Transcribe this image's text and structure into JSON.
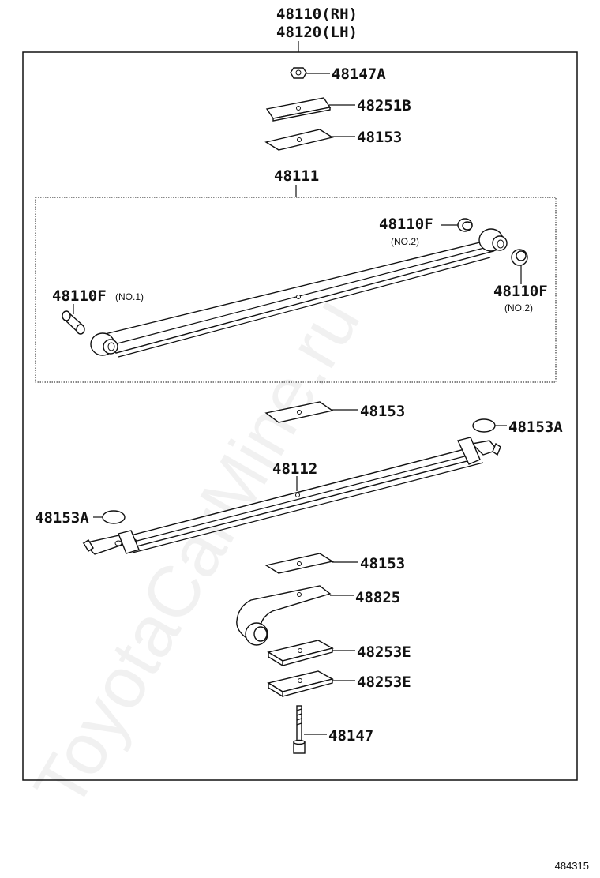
{
  "assembly": {
    "part_rh": "48110(RH)",
    "part_lh": "48120(LH)"
  },
  "subassembly": {
    "part": "48111"
  },
  "labels": {
    "nut": "48147A",
    "pad_upper": "48251B",
    "insulator_upper": "48153",
    "bushing_no2_top": "48110F",
    "bushing_no2_top_note": "(NO.2)",
    "bushing_no1": "48110F",
    "bushing_no1_note": "(NO.1)",
    "bushing_no2_right": "48110F",
    "bushing_no2_right_note": "(NO.2)",
    "insulator_mid": "48153",
    "bumper_right": "48153A",
    "second_leaf": "48112",
    "bumper_left": "48153A",
    "insulator_lower": "48153",
    "clip": "48825",
    "plate_1": "48253E",
    "plate_2": "48253E",
    "center_bolt": "48147"
  },
  "watermark": "ToyotaCarMine.ru",
  "diagram_code": "484315"
}
